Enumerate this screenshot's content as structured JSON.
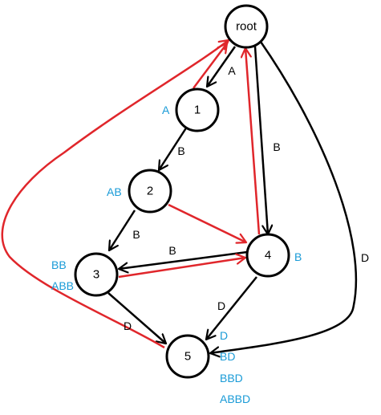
{
  "colors": {
    "node_stroke": "#000000",
    "edge_black": "#000000",
    "edge_red": "#e0262b",
    "annotation_blue": "#1a9bd7",
    "background": "#ffffff"
  },
  "diagram": {
    "nodes": [
      {
        "id": "root",
        "label": "root"
      },
      {
        "id": "n1",
        "label": "1"
      },
      {
        "id": "n2",
        "label": "2"
      },
      {
        "id": "n3",
        "label": "3"
      },
      {
        "id": "n4",
        "label": "4"
      },
      {
        "id": "n5",
        "label": "5"
      }
    ],
    "edges": [
      {
        "from": "root",
        "to": "n1",
        "label": "A",
        "color": "black"
      },
      {
        "from": "n1",
        "to": "n2",
        "label": "B",
        "color": "black"
      },
      {
        "from": "n2",
        "to": "n3",
        "label": "B",
        "color": "black"
      },
      {
        "from": "root",
        "to": "n4",
        "label": "B",
        "color": "black"
      },
      {
        "from": "n4",
        "to": "n3",
        "label": "B",
        "color": "black"
      },
      {
        "from": "n3",
        "to": "n5",
        "label": "D",
        "color": "black"
      },
      {
        "from": "n4",
        "to": "n5",
        "label": "D",
        "color": "black"
      },
      {
        "from": "root",
        "to": "n5",
        "label": "D",
        "color": "black"
      },
      {
        "from": "n1",
        "to": "root",
        "label": "",
        "color": "red"
      },
      {
        "from": "n4",
        "to": "root",
        "label": "",
        "color": "red"
      },
      {
        "from": "n2",
        "to": "n4",
        "label": "",
        "color": "red"
      },
      {
        "from": "n3",
        "to": "n4",
        "label": "",
        "color": "red"
      },
      {
        "from": "n5",
        "to": "root",
        "label": "",
        "color": "red"
      }
    ],
    "annotations": {
      "n1": [
        "A"
      ],
      "n2": [
        "AB"
      ],
      "n3": [
        "BB",
        "ABB"
      ],
      "n4": [
        "B"
      ],
      "n5": [
        "D",
        "BD",
        "BBD",
        "ABBD"
      ]
    }
  }
}
